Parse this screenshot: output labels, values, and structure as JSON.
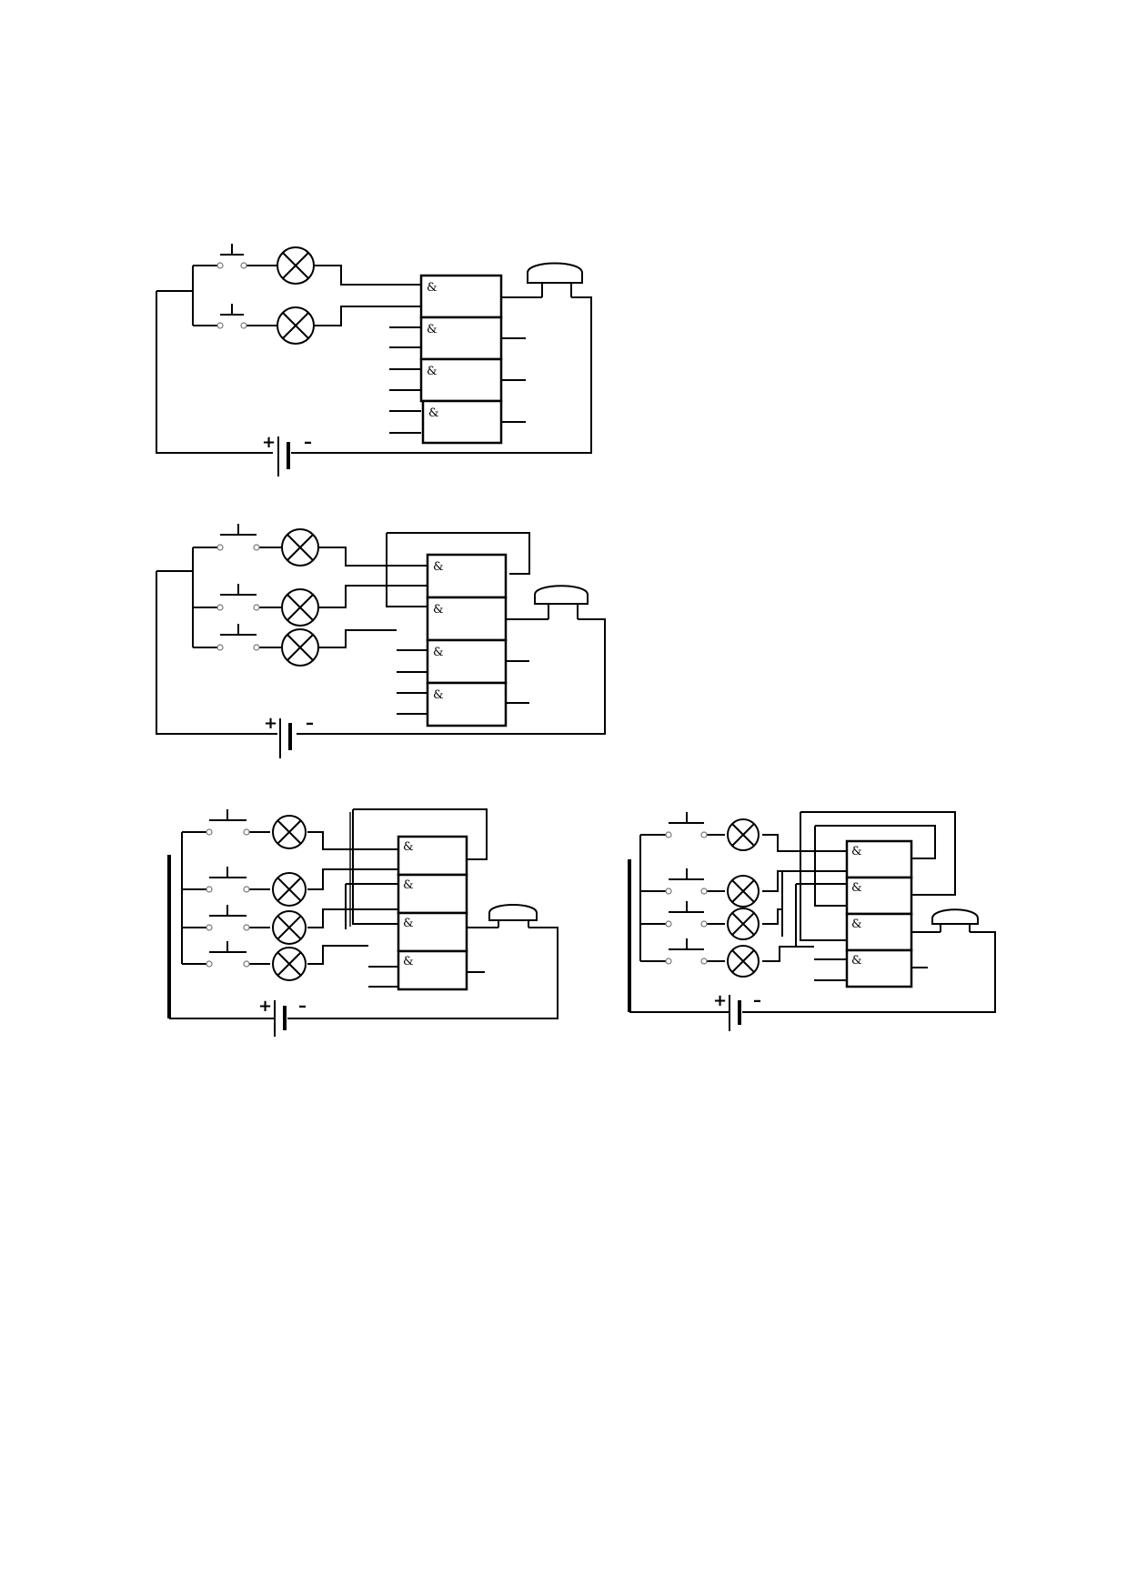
{
  "gate_symbol": "&",
  "battery": {
    "plus": "+",
    "minus": "–"
  },
  "diagrams": [
    {
      "name": "circuit-two-buttons",
      "lamps": 2,
      "gates": 4
    },
    {
      "name": "circuit-three-buttons",
      "lamps": 3,
      "gates": 4
    },
    {
      "name": "circuit-four-buttons-a",
      "lamps": 4,
      "gates": 4
    },
    {
      "name": "circuit-four-buttons-b",
      "lamps": 4,
      "gates": 4
    }
  ]
}
